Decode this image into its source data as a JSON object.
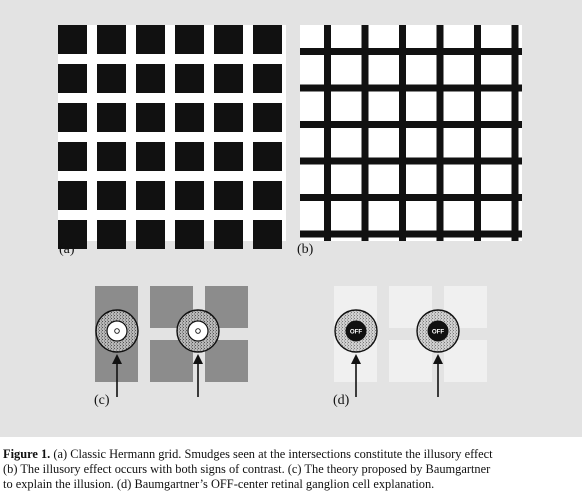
{
  "figure": {
    "panel_labels": {
      "a": "(a)",
      "b": "(b)",
      "c": "(c)",
      "d": "(d)"
    },
    "cell_marker_text": "OFF",
    "colors": {
      "black": "#111111",
      "white": "#ffffff",
      "panel_background": "#e3e3e3",
      "gray_dark": "#8c8c8c",
      "gray_light": "#f0f0f0"
    }
  },
  "caption": {
    "label": "Figure 1.",
    "line1": " (a) Classic Hermann grid. Smudges seen at the intersections constitute the illusory effect",
    "line2": "(b) The illusory effect occurs with both signs of contrast. (c) The theory proposed by Baumgartner",
    "line3": "to explain the illusion. (d) Baumgartner’s OFF-center retinal ganglion cell explanation."
  }
}
